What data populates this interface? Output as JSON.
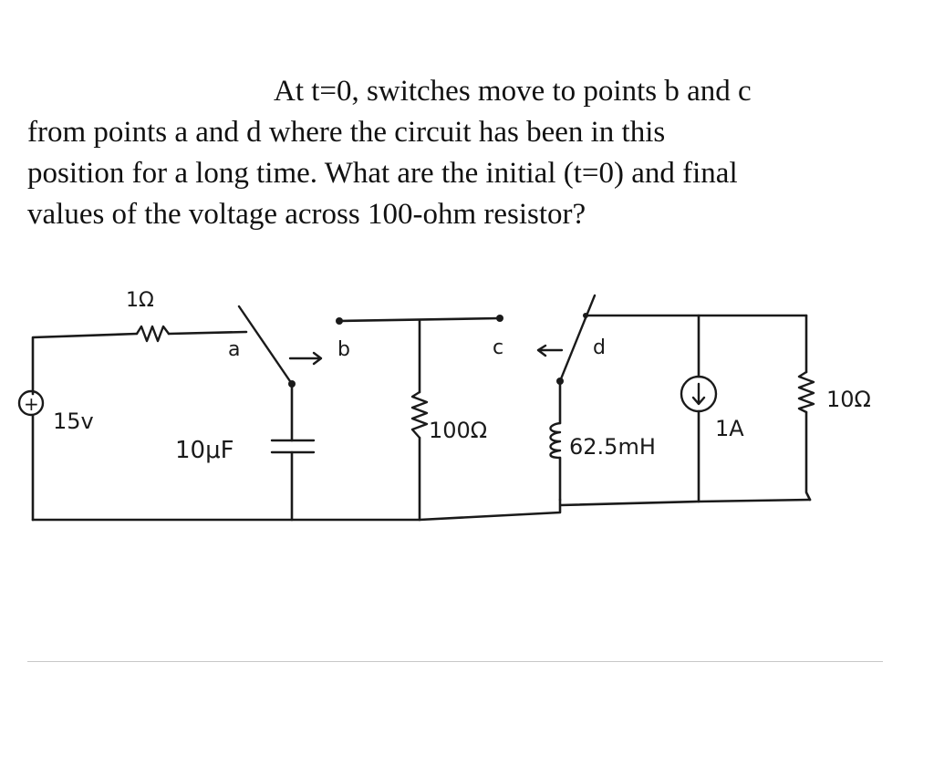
{
  "question": {
    "lines": [
      "At t=0, switches move to points b and c",
      "from points a and d where the circuit has been in this",
      "position for a long time. What are the initial (t=0) and final",
      "values of the voltage across 100-ohm resistor?"
    ]
  },
  "circuit": {
    "source_label": "15v",
    "source_polarity": "+",
    "series_resistor_label": "1Ω",
    "capacitor_label": "10μF",
    "point_a": "a",
    "point_b": "b",
    "point_c": "c",
    "point_d": "d",
    "resistor_100_label": "100Ω",
    "inductor_label": "62.5mH",
    "current_source_label": "1A",
    "resistor_10_label": "10Ω"
  }
}
